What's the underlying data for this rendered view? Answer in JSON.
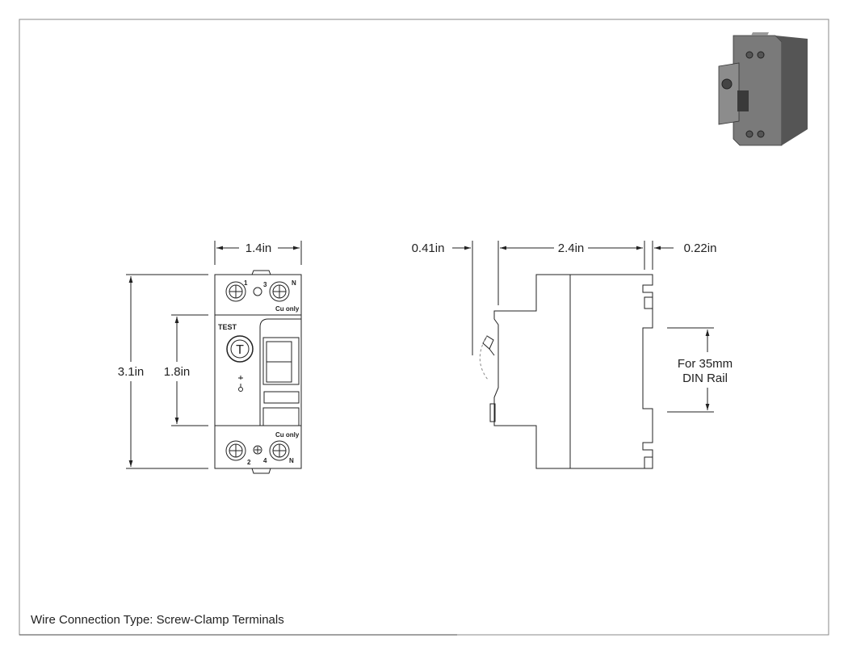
{
  "front_view": {
    "width_dim": "1.4in",
    "height_dim": "3.1in",
    "inner_height_dim": "1.8in",
    "terminal_top_left": "1",
    "terminal_top_mid": "3",
    "terminal_top_right": "N",
    "terminal_bottom_left": "2",
    "terminal_bottom_mid": "4",
    "terminal_bottom_right": "N",
    "cu_only_top": "Cu only",
    "cu_only_bottom": "Cu only",
    "test_label": "TEST",
    "test_button": "T"
  },
  "side_view": {
    "left_dim": "0.41in",
    "depth_dim": "2.4in",
    "right_dim": "0.22in",
    "rail_note_line1": "For 35mm",
    "rail_note_line2": "DIN Rail"
  },
  "footer": {
    "wire_connection": "Wire Connection Type: Screw-Clamp Terminals"
  }
}
